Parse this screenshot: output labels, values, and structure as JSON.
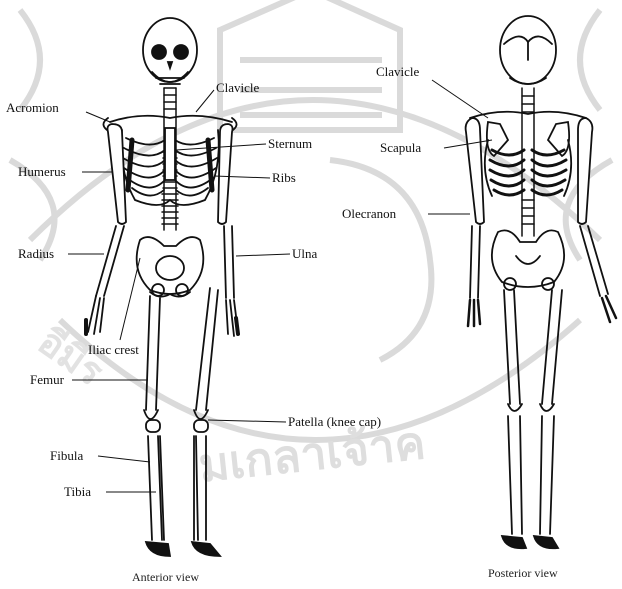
{
  "anterior": {
    "caption": "Anterior view",
    "labels": {
      "acromion": "Acromion",
      "clavicle": "Clavicle",
      "sternum": "Sternum",
      "humerus": "Humerus",
      "ribs": "Ribs",
      "radius": "Radius",
      "ulna": "Ulna",
      "iliac_crest": "Iliac crest",
      "femur": "Femur",
      "patella": "Patella (knee cap)",
      "fibula": "Fibula",
      "tibia": "Tibia"
    }
  },
  "posterior": {
    "caption": "Posterior view",
    "labels": {
      "clavicle": "Clavicle",
      "scapula": "Scapula",
      "olecranon": "Olecranon"
    }
  },
  "colors": {
    "ink": "#111111",
    "watermark": "#d9d9d9"
  }
}
